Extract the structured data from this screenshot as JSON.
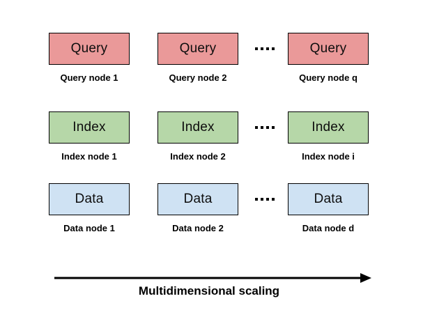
{
  "canvas": {
    "background": "#ffffff",
    "border_color": "#000000"
  },
  "rows": [
    {
      "name": "query",
      "box_label": "Query",
      "fill": "#ea9999",
      "node_labels": [
        "Query node 1",
        "Query node 2",
        "Query node q"
      ]
    },
    {
      "name": "index",
      "box_label": "Index",
      "fill": "#b6d7a8",
      "node_labels": [
        "Index node 1",
        "Index node 2",
        "Index node i"
      ]
    },
    {
      "name": "data",
      "box_label": "Data",
      "fill": "#cfe2f3",
      "node_labels": [
        "Data node 1",
        "Data node 2",
        "Data node d"
      ]
    }
  ],
  "icons": {
    "ellipsis": "four-dot-ellipsis",
    "arrow": "right-arrow"
  },
  "arrow": {
    "label": "Multidimensional scaling",
    "color": "#000000"
  }
}
